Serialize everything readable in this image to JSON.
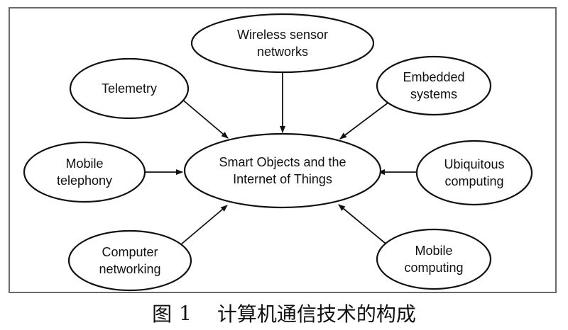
{
  "diagram": {
    "center": {
      "lines": [
        "Smart Objects and the",
        "Internet of Things"
      ]
    },
    "nodes": [
      {
        "id": "wireless-sensor-networks",
        "lines": [
          "Wireless sensor",
          "networks"
        ]
      },
      {
        "id": "telemetry",
        "lines": [
          "Telemetry"
        ]
      },
      {
        "id": "embedded-systems",
        "lines": [
          "Embedded",
          "systems"
        ]
      },
      {
        "id": "mobile-telephony",
        "lines": [
          "Mobile",
          "telephony"
        ]
      },
      {
        "id": "ubiquitous-computing",
        "lines": [
          "Ubiquitous",
          "computing"
        ]
      },
      {
        "id": "computer-networking",
        "lines": [
          "Computer",
          "networking"
        ]
      },
      {
        "id": "mobile-computing",
        "lines": [
          "Mobile",
          "computing"
        ]
      }
    ]
  },
  "caption": {
    "figure_label": "图",
    "figure_number": "1",
    "text": "计算机通信技术的构成"
  }
}
